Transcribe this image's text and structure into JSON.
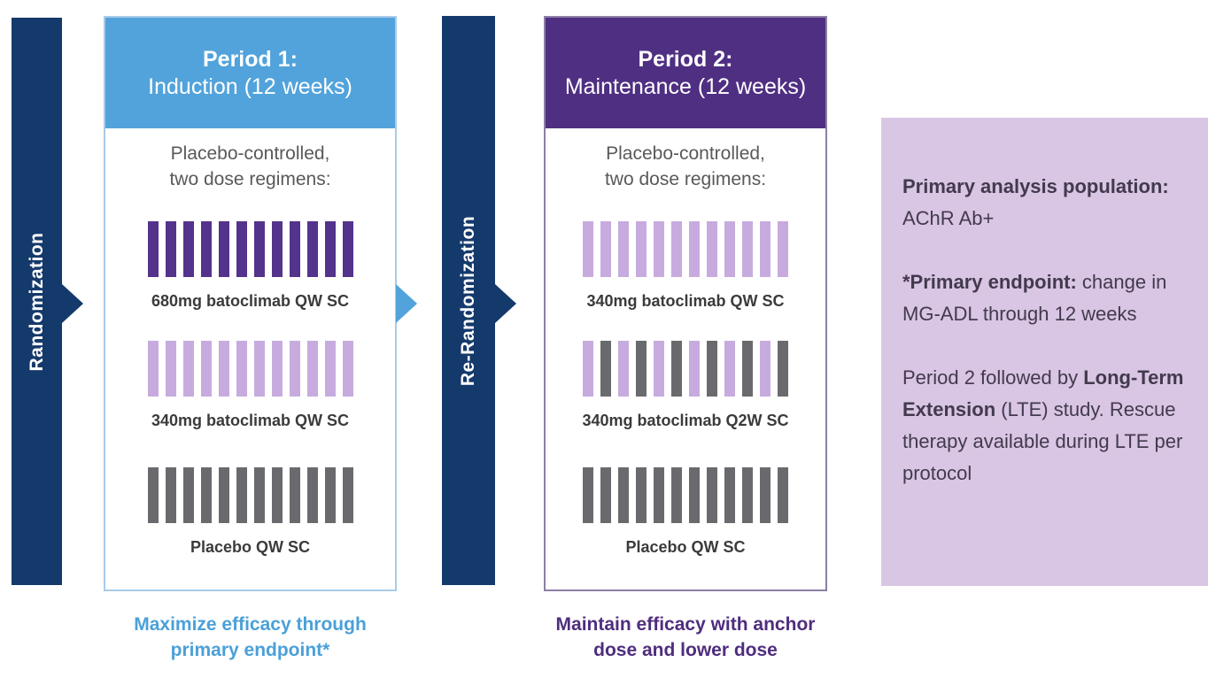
{
  "colors": {
    "navy": "#14396B",
    "light_blue": "#52A3DB",
    "dark_purple": "#4F2F82",
    "bar_dark_purple": "#54338C",
    "bar_light_purple": "#C7ABDE",
    "bar_gray": "#6A6A6E",
    "info_bg": "#D9C5E4",
    "caption_blue": "#4BA0D8",
    "caption_purple": "#4F2D7E",
    "subtitle_gray": "#58595B"
  },
  "randomization_bar": {
    "label": "Randomization"
  },
  "rerandomization_bar": {
    "label": "Re-Randomization"
  },
  "period1": {
    "header_line1": "Period 1:",
    "header_line2": "Induction (12 weeks)",
    "subtitle_line1": "Placebo-controlled,",
    "subtitle_line2": "two dose regimens:",
    "arms": [
      {
        "label": "680mg batoclimab QW SC",
        "bars": [
          "#54338C",
          "#54338C",
          "#54338C",
          "#54338C",
          "#54338C",
          "#54338C",
          "#54338C",
          "#54338C",
          "#54338C",
          "#54338C",
          "#54338C",
          "#54338C"
        ]
      },
      {
        "label": "340mg batoclimab QW SC",
        "bars": [
          "#C7ABDE",
          "#C7ABDE",
          "#C7ABDE",
          "#C7ABDE",
          "#C7ABDE",
          "#C7ABDE",
          "#C7ABDE",
          "#C7ABDE",
          "#C7ABDE",
          "#C7ABDE",
          "#C7ABDE",
          "#C7ABDE"
        ]
      },
      {
        "label": "Placebo QW SC",
        "bars": [
          "#6A6A6E",
          "#6A6A6E",
          "#6A6A6E",
          "#6A6A6E",
          "#6A6A6E",
          "#6A6A6E",
          "#6A6A6E",
          "#6A6A6E",
          "#6A6A6E",
          "#6A6A6E",
          "#6A6A6E",
          "#6A6A6E"
        ]
      }
    ],
    "caption_line1": "Maximize efficacy through",
    "caption_line2": "primary endpoint*"
  },
  "period2": {
    "header_line1": "Period 2:",
    "header_line2": "Maintenance (12 weeks)",
    "subtitle_line1": "Placebo-controlled,",
    "subtitle_line2": "two dose regimens:",
    "arms": [
      {
        "label": "340mg batoclimab QW SC",
        "bars": [
          "#C7ABDE",
          "#C7ABDE",
          "#C7ABDE",
          "#C7ABDE",
          "#C7ABDE",
          "#C7ABDE",
          "#C7ABDE",
          "#C7ABDE",
          "#C7ABDE",
          "#C7ABDE",
          "#C7ABDE",
          "#C7ABDE"
        ]
      },
      {
        "label": "340mg batoclimab Q2W SC",
        "bars": [
          "#C7ABDE",
          "#6A6A6E",
          "#C7ABDE",
          "#6A6A6E",
          "#C7ABDE",
          "#6A6A6E",
          "#C7ABDE",
          "#6A6A6E",
          "#C7ABDE",
          "#6A6A6E",
          "#C7ABDE",
          "#6A6A6E"
        ]
      },
      {
        "label": "Placebo QW SC",
        "bars": [
          "#6A6A6E",
          "#6A6A6E",
          "#6A6A6E",
          "#6A6A6E",
          "#6A6A6E",
          "#6A6A6E",
          "#6A6A6E",
          "#6A6A6E",
          "#6A6A6E",
          "#6A6A6E",
          "#6A6A6E",
          "#6A6A6E"
        ]
      }
    ],
    "caption_line1": "Maintain efficacy with anchor",
    "caption_line2": "dose and lower dose"
  },
  "info_panel": {
    "p1_bold": "Primary analysis population:",
    "p1_text": "AChR Ab+",
    "p2_bold": "*Primary endpoint:",
    "p2_text": " change in MG-ADL through 12 weeks",
    "p3_text1": "Period 2 followed by ",
    "p3_bold": "Long-Term Extension",
    "p3_text2": " (LTE) study. Rescue therapy available during LTE per protocol"
  }
}
